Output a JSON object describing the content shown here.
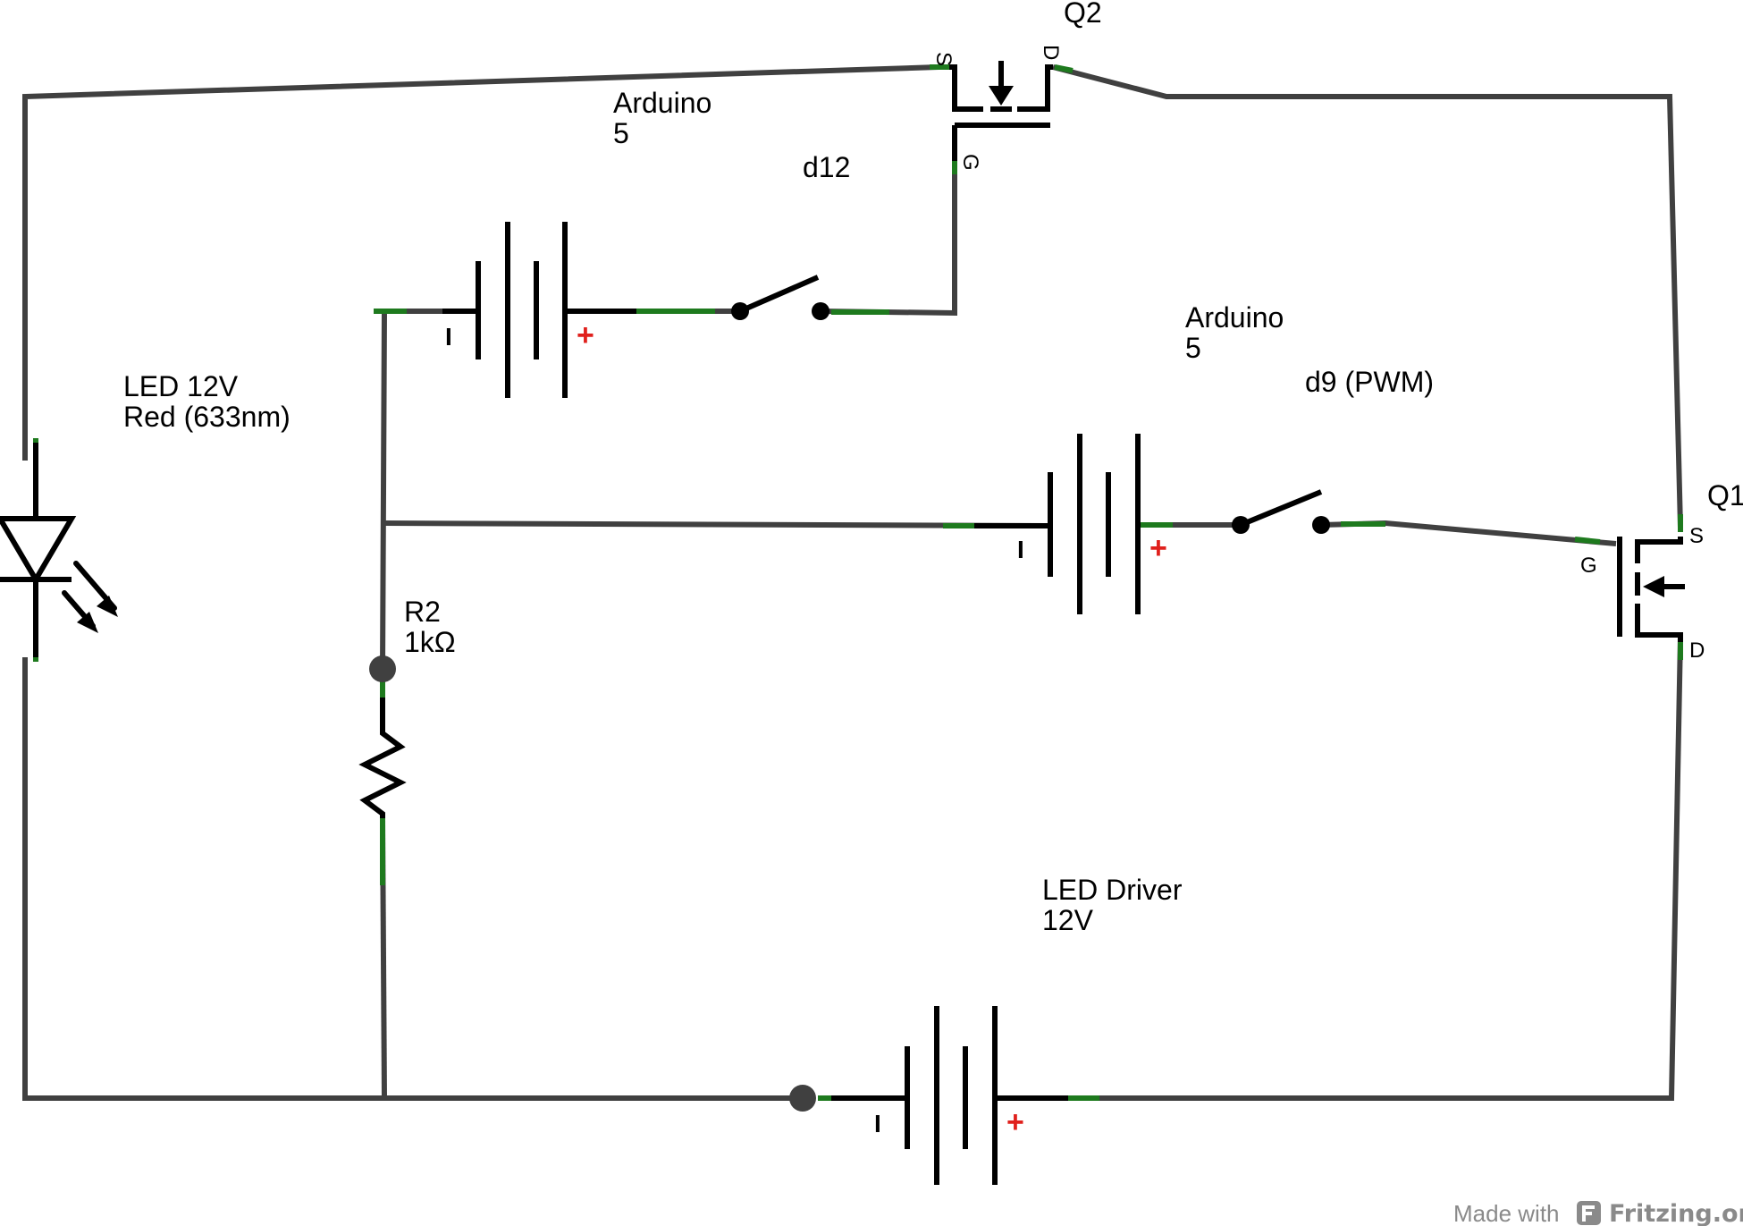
{
  "labels": {
    "q2_name": "Q2",
    "q1_name": "Q1",
    "arduino_top_line1": "Arduino",
    "arduino_top_line2": "5",
    "d12": "d12",
    "arduino_mid_line1": "Arduino",
    "arduino_mid_line2": "5",
    "d9": "d9 (PWM)",
    "led_line1": "LED 12V",
    "led_line2": "Red (633nm)",
    "r2_line1": "R2",
    "r2_line2": "1kΩ",
    "driver_line1": "LED Driver",
    "driver_line2": "12V"
  },
  "pins": {
    "q2_source": "S",
    "q2_drain": "D",
    "q2_gate": "G",
    "q1_source": "S",
    "q1_gate": "G",
    "q1_drain": "D"
  },
  "polarity": {
    "plus": "+",
    "minus": "I"
  },
  "credit": {
    "prefix": "Made with",
    "brand": "Fritzing.org"
  },
  "colors": {
    "wire": "#404040",
    "pin_stub": "#1e7a1e",
    "plus_sign": "#e0201c",
    "credit": "#8a8a8a"
  }
}
